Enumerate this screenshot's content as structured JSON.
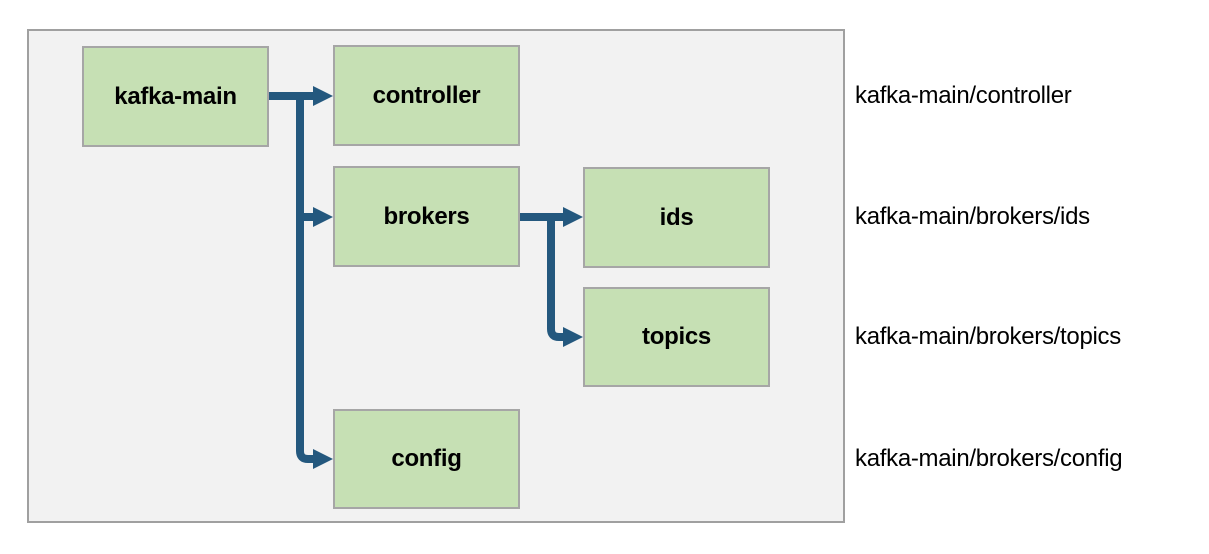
{
  "diagram": {
    "type": "tree",
    "description": "Kafka znode hierarchy diagram",
    "nodes": [
      {
        "id": "kafka-main",
        "label": "kafka-main"
      },
      {
        "id": "controller",
        "label": "controller"
      },
      {
        "id": "brokers",
        "label": "brokers"
      },
      {
        "id": "ids",
        "label": "ids"
      },
      {
        "id": "topics",
        "label": "topics"
      },
      {
        "id": "config",
        "label": "config"
      }
    ],
    "edges": [
      {
        "from": "kafka-main",
        "to": "controller"
      },
      {
        "from": "kafka-main",
        "to": "brokers"
      },
      {
        "from": "kafka-main",
        "to": "config"
      },
      {
        "from": "brokers",
        "to": "ids"
      },
      {
        "from": "brokers",
        "to": "topics"
      }
    ],
    "path_labels": [
      "kafka-main/controller",
      "kafka-main/brokers/ids",
      "kafka-main/brokers/topics",
      "kafka-main/brokers/config"
    ],
    "colors": {
      "node_fill": "#c6e0b4",
      "node_border": "#a6a6a6",
      "frame_fill": "#f2f2f2",
      "frame_border": "#a0a0a0",
      "arrow_color": "#24587e",
      "text_color": "#000000"
    }
  }
}
